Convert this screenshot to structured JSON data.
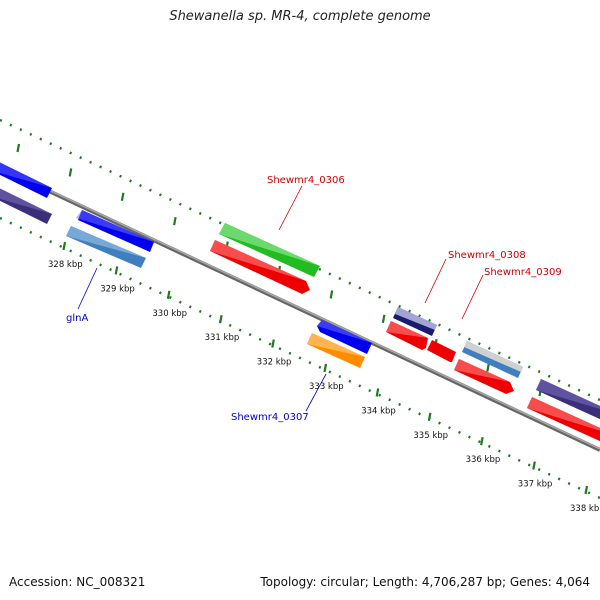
{
  "title": "Shewanella sp. MR-4, complete genome",
  "footer": {
    "accession": "Accession: NC_008321",
    "stats": "Topology: circular; Length: 4,706,287 bp; Genes: 4,064"
  },
  "colors": {
    "backbone": "#8c8c8c",
    "tick": "#1f7a1f",
    "red_label": "#cc0000",
    "blue_label": "#0000cc"
  },
  "ticks": [
    {
      "label": "328 kbp",
      "kbp": 328
    },
    {
      "label": "329 kbp",
      "kbp": 329
    },
    {
      "label": "330 kbp",
      "kbp": 330
    },
    {
      "label": "331 kbp",
      "kbp": 331
    },
    {
      "label": "332 kbp",
      "kbp": 332
    },
    {
      "label": "333 kbp",
      "kbp": 333
    },
    {
      "label": "334 kbp",
      "kbp": 334
    },
    {
      "label": "335 kbp",
      "kbp": 335
    },
    {
      "label": "336 kbp",
      "kbp": 336
    },
    {
      "label": "337 kbp",
      "kbp": 337
    },
    {
      "label": "338 kbp",
      "kbp": 338
    }
  ],
  "genes": [
    {
      "label": "Shewmr4_0306",
      "color": "#cc0000"
    },
    {
      "label": "Shewmr4_0307",
      "color": "#0000cc"
    },
    {
      "label": "Shewmr4_0308",
      "color": "#cc0000"
    },
    {
      "label": "Shewmr4_0309",
      "color": "#cc0000"
    },
    {
      "label": "glnA",
      "color": "#0000cc"
    }
  ]
}
